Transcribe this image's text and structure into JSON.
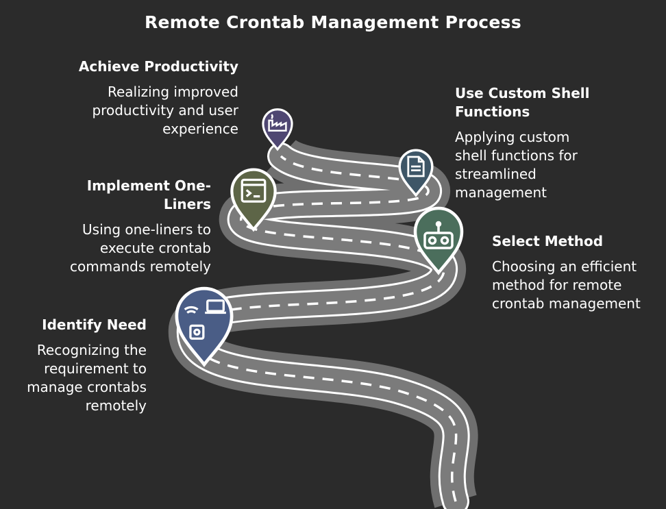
{
  "title": "Remote Crontab Management Process",
  "steps": [
    {
      "heading": "Identify Need",
      "description": "Recognizing the requirement to manage crontabs remotely",
      "icon": "network-devices-icon",
      "color": "#4a5d86"
    },
    {
      "heading": "Select Method",
      "description": "Choosing an efficient method for remote crontab management",
      "icon": "robot-icon",
      "color": "#4b6e5c"
    },
    {
      "heading": "Implement One-Liners",
      "description": "Using one-liners to execute crontab commands remotely",
      "icon": "terminal-icon",
      "color": "#5d6547"
    },
    {
      "heading": "Use Custom Shell Functions",
      "description": "Applying custom shell functions for streamlined management",
      "icon": "sql-file-icon",
      "color": "#3e5667"
    },
    {
      "heading": "Achieve Productivity",
      "description": "Realizing improved productivity and user experience",
      "icon": "factory-icon",
      "color": "#4f4772"
    }
  ]
}
